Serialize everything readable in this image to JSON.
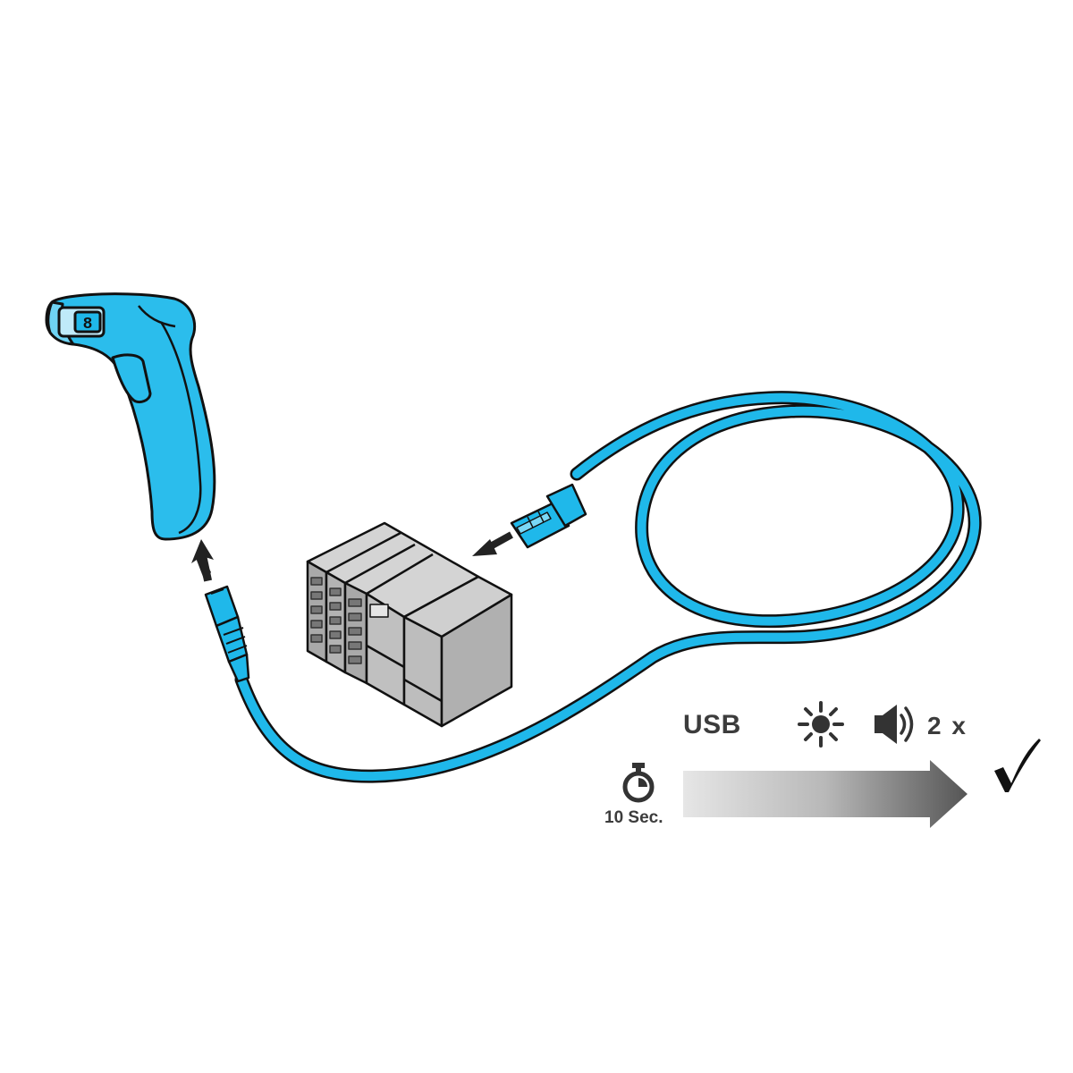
{
  "steps": {
    "connection_label": "USB",
    "beep_count_label": "2 x",
    "duration_label": "10 Sec."
  },
  "icons": {
    "scanner": "handheld-barcode-scanner",
    "cable_rj45": "rj45-connector-icon",
    "cable_usb": "usb-a-connector-icon",
    "host": "plc-host-device-icon",
    "light": "sun-light-icon",
    "sound": "speaker-sound-icon",
    "timer": "stopwatch-icon",
    "done": "checkmark-icon"
  },
  "colors": {
    "cable": "#1fb8ea",
    "device": "#2bbdec",
    "host_gray": "#bdbdbd",
    "text": "#3c3c3c"
  }
}
